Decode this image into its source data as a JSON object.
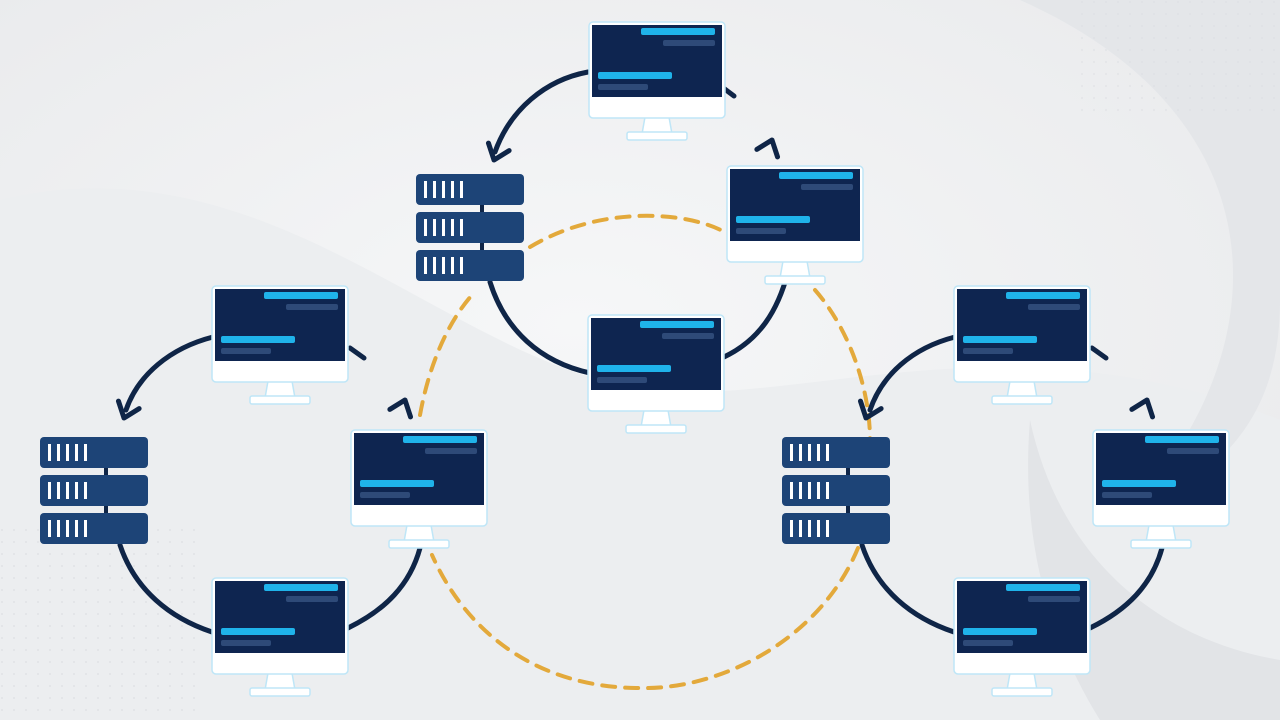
{
  "colors": {
    "background": "#f1f2f4",
    "ring_line": "#0f2547",
    "dashed_link": "#e3a93b",
    "screen": "#0e2550",
    "screen_accent": "#1fb3ea",
    "screen_muted": "#2e4a78",
    "monitor_frame": "#ffffff",
    "monitor_border": "#bfe6f7",
    "server_unit": "#1d4477",
    "server_slot": "#ffffff"
  },
  "icons": {
    "computer": "desktop-monitor-icon",
    "server": "server-rack-icon",
    "arrow": "arrowhead-icon"
  },
  "networks": [
    {
      "id": "top",
      "server_count": 1,
      "computer_count": 3
    },
    {
      "id": "left",
      "server_count": 1,
      "computer_count": 3
    },
    {
      "id": "right",
      "server_count": 1,
      "computer_count": 3
    }
  ],
  "interconnect": {
    "style": "dashed",
    "links": 1
  }
}
